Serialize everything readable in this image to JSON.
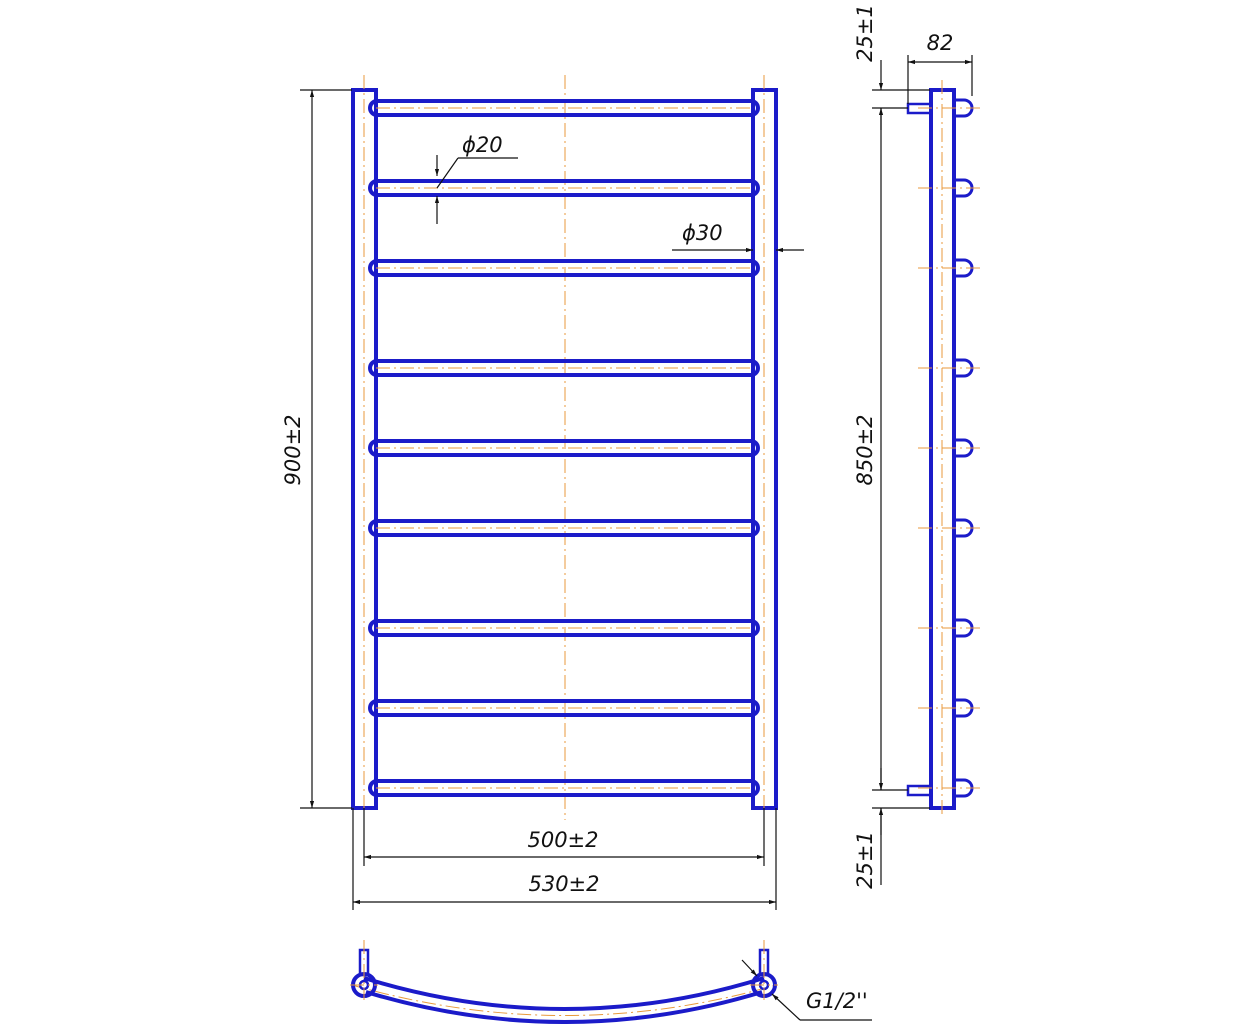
{
  "colors": {
    "outline": "#1b1bc9",
    "centerline": "#e89a3c",
    "dimension": "#111111"
  },
  "front_view": {
    "dims": {
      "overall_height": "900±2",
      "inner_width": "500±2",
      "outer_width": "530±2",
      "rail_diameter": "ϕ20",
      "post_diameter": "ϕ30"
    },
    "rail_count": 9
  },
  "side_view": {
    "dims": {
      "depth": "82",
      "top_offset": "25±1",
      "center_distance": "850±2",
      "bottom_offset": "25±1"
    }
  },
  "top_view": {
    "dims": {
      "thread": "G1/2''"
    }
  }
}
